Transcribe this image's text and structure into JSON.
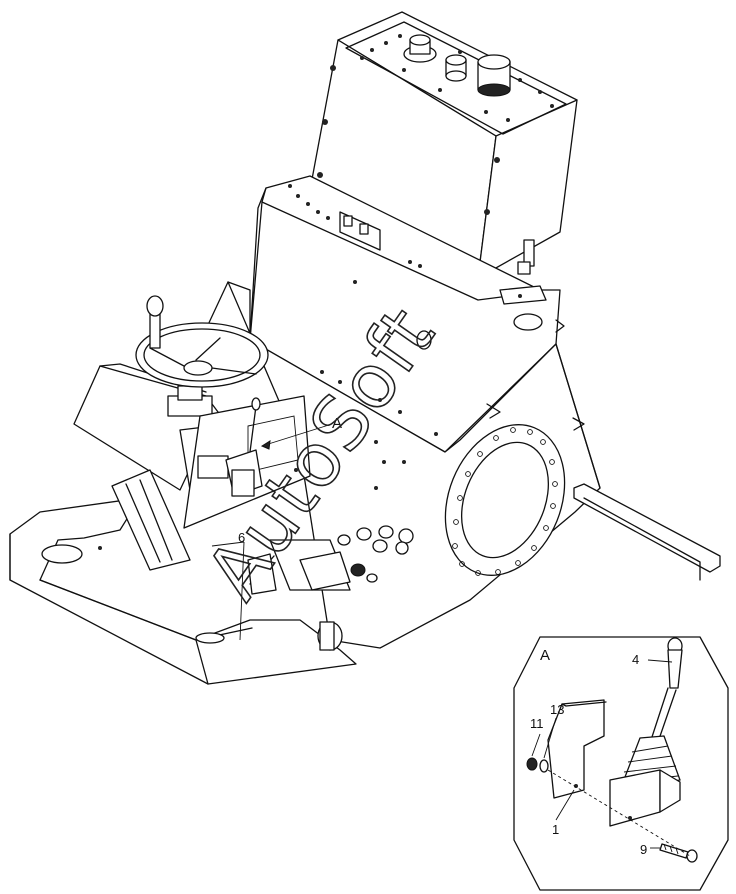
{
  "callouts": {
    "view_label_main": "A",
    "item_6": "6"
  },
  "detail_view": {
    "title": "A",
    "items": {
      "item_4": "4",
      "item_11": "11",
      "item_13": "13",
      "item_1": "1",
      "item_9": "9"
    }
  },
  "watermark": {
    "text": "AutoSoft"
  }
}
